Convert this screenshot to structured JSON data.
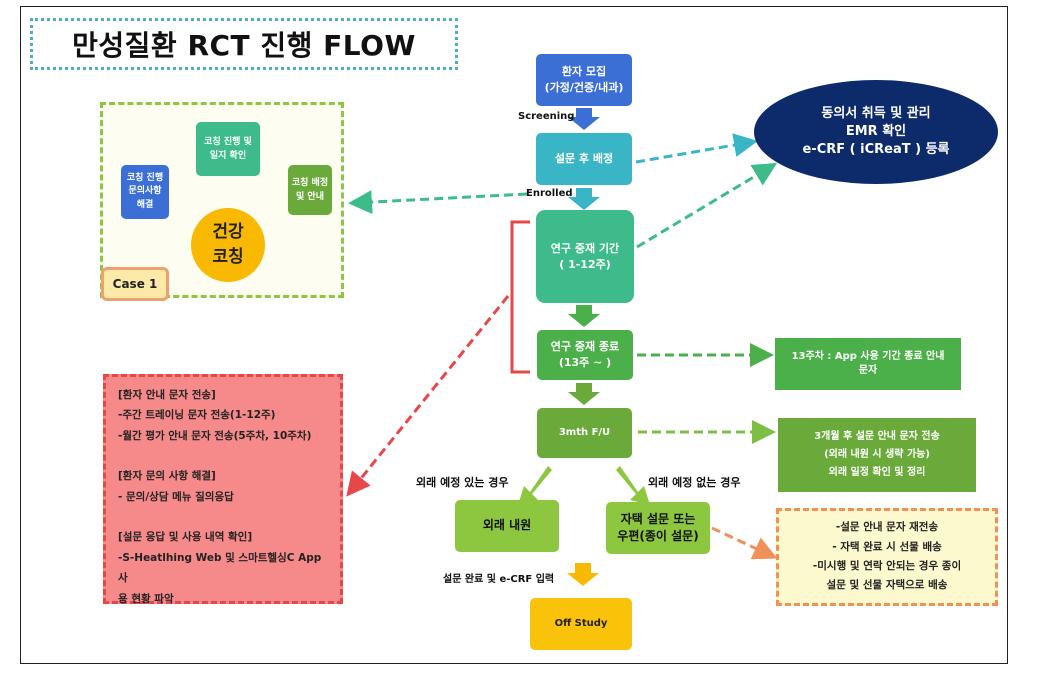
{
  "title": "만성질환 RCT 진행 FLOW",
  "colors": {
    "blue": "#3b6fd6",
    "teal": "#3ab5c6",
    "green_teal": "#3dbb8a",
    "green": "#4cb04a",
    "light_green": "#7dbf45",
    "yellow": "#f9b900",
    "navy": "#0d2a6b",
    "red_fill": "#f6898a",
    "red_border": "#e8474a",
    "cream": "#fdf9cf",
    "orange_border": "#f0915a"
  },
  "main_flow": {
    "recruit": {
      "line1": "환자 모집",
      "line2": "(가정/건증/내과)"
    },
    "screening_label": "Screening",
    "assign": "설문 후 배정",
    "enrolled_label": "Enrolled",
    "intervention": {
      "line1": "연구 중재 기간",
      "line2": "( 1-12주)"
    },
    "intervention_end": {
      "line1": "연구 중재 종료",
      "line2": "(13주 ~ )"
    },
    "followup": "3mth F/U",
    "branch_yes_label": "외래 예정 있는 경우",
    "branch_no_label": "외래 예정 없는 경우",
    "outpatient": "외래 내원",
    "home_survey": {
      "line1": "자택 설문 또는",
      "line2": "우편(종이 설문)"
    },
    "complete_label": "설문 완료 및 e-CRF 입력",
    "off_study": "Off Study"
  },
  "consent": {
    "line1": "동의서 취득 및 관리",
    "line2": "EMR 확인",
    "line3": "e-CRF ( iCReaT ) 등록"
  },
  "coaching": {
    "center": {
      "line1": "건강",
      "line2": "코칭"
    },
    "left": {
      "line1": "코칭 진행",
      "line2": "문의사항",
      "line3": "해결"
    },
    "top": {
      "line1": "코칭 진행 및",
      "line2": "일지 확인"
    },
    "right": {
      "line1": "코칭 배정",
      "line2": "및 안내"
    },
    "case_label": "Case 1"
  },
  "patient_support": {
    "lines": [
      "[환자 안내 문자 전송]",
      "-주간 트레이닝 문자 전송(1-12주)",
      "-월간 평가 안내 문자 전송(5주차, 10주차)",
      "",
      "[환자 문의 사항 해결]",
      "- 문의/상담 메뉴 질의응답",
      "",
      "[설문 응답 및 사용 내역 확인]",
      "-S-Heatlhing Web 및 스마트헬싱C App 사",
      "용 현황 파악"
    ]
  },
  "week13_notice": {
    "line1": "13주차 : App 사용 기간 종료 안내",
    "line2": "문자"
  },
  "followup_notice": {
    "line1": "3개월 후 설문 안내 문자 전송",
    "line2": "(외래 내원 시 생략 가능)",
    "line3": "외래 일정 확인 및 정리"
  },
  "home_followup_actions": {
    "lines": [
      "-설문 안내 문자 재전송",
      "- 자택 완료 시 선물 배송",
      "-미시행 및 연락 안되는 경우  종이",
      "설문 및 선물 자택으로 배송"
    ]
  }
}
